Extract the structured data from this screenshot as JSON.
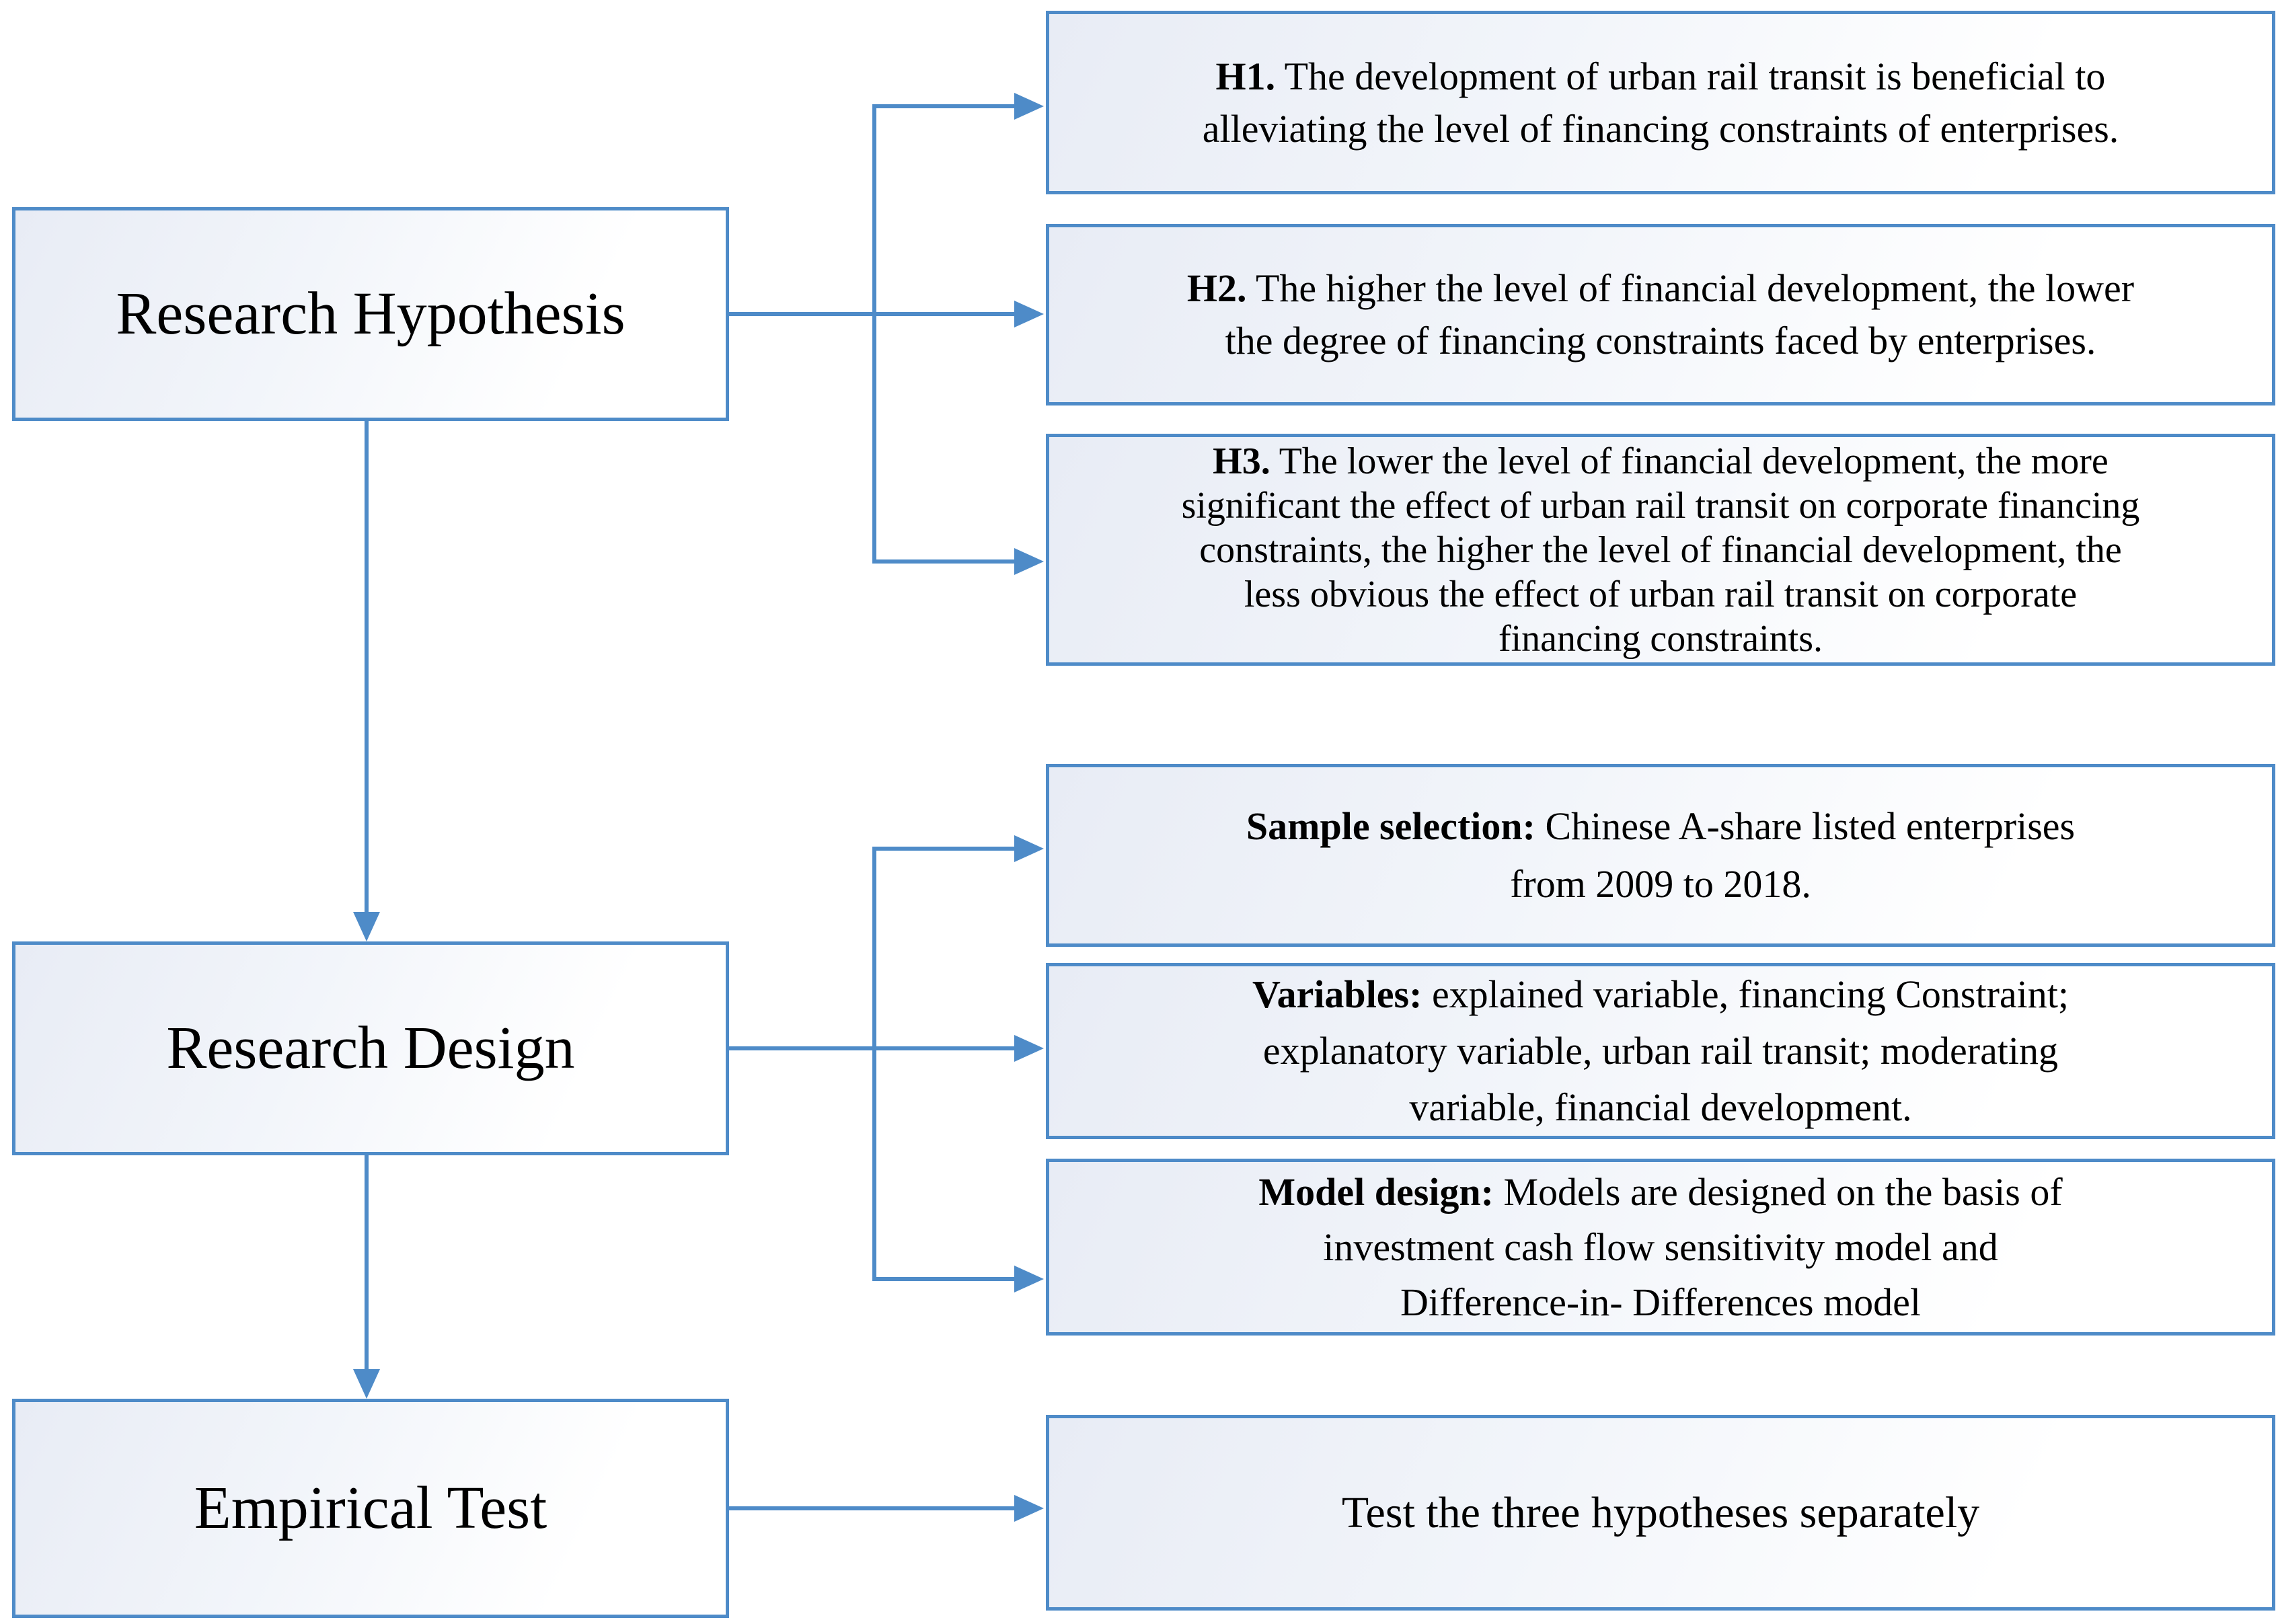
{
  "diagram": {
    "accent_color": "#4E8BC8",
    "box_fill_tint": "#e8ecf5",
    "text_color": "#000000",
    "stages": [
      {
        "id": "research-hypothesis",
        "label": "Research Hypothesis"
      },
      {
        "id": "research-design",
        "label": "Research Design"
      },
      {
        "id": "empirical-test",
        "label": "Empirical Test"
      }
    ],
    "details": [
      {
        "id": "h1",
        "prefix": "H1.",
        "text": " The development of urban rail transit is beneficial to\nalleviating the level of financing constraints of enterprises."
      },
      {
        "id": "h2",
        "prefix": "H2.",
        "text": " The higher the level of financial development, the lower\nthe degree of financing constraints faced by enterprises."
      },
      {
        "id": "h3",
        "prefix": "H3.",
        "text": " The lower the level of financial development, the more\nsignificant the effect of urban rail transit on corporate financing\nconstraints, the higher the level of financial development, the\nless obvious the effect of urban rail transit on corporate\nfinancing constraints."
      },
      {
        "id": "sample-selection",
        "prefix": "Sample selection:",
        "text": " Chinese A-share listed enterprises\nfrom 2009 to 2018."
      },
      {
        "id": "variables",
        "prefix": "Variables:",
        "text": " explained variable, financing Constraint;\nexplanatory variable, urban rail transit; moderating\nvariable, financial development."
      },
      {
        "id": "model-design",
        "prefix": "Model design:",
        "text": " Models are designed on the basis of\ninvestment cash flow sensitivity model and\nDifference-in- Differences model"
      },
      {
        "id": "test",
        "prefix": "",
        "text": "Test the three hypotheses separately"
      }
    ]
  }
}
